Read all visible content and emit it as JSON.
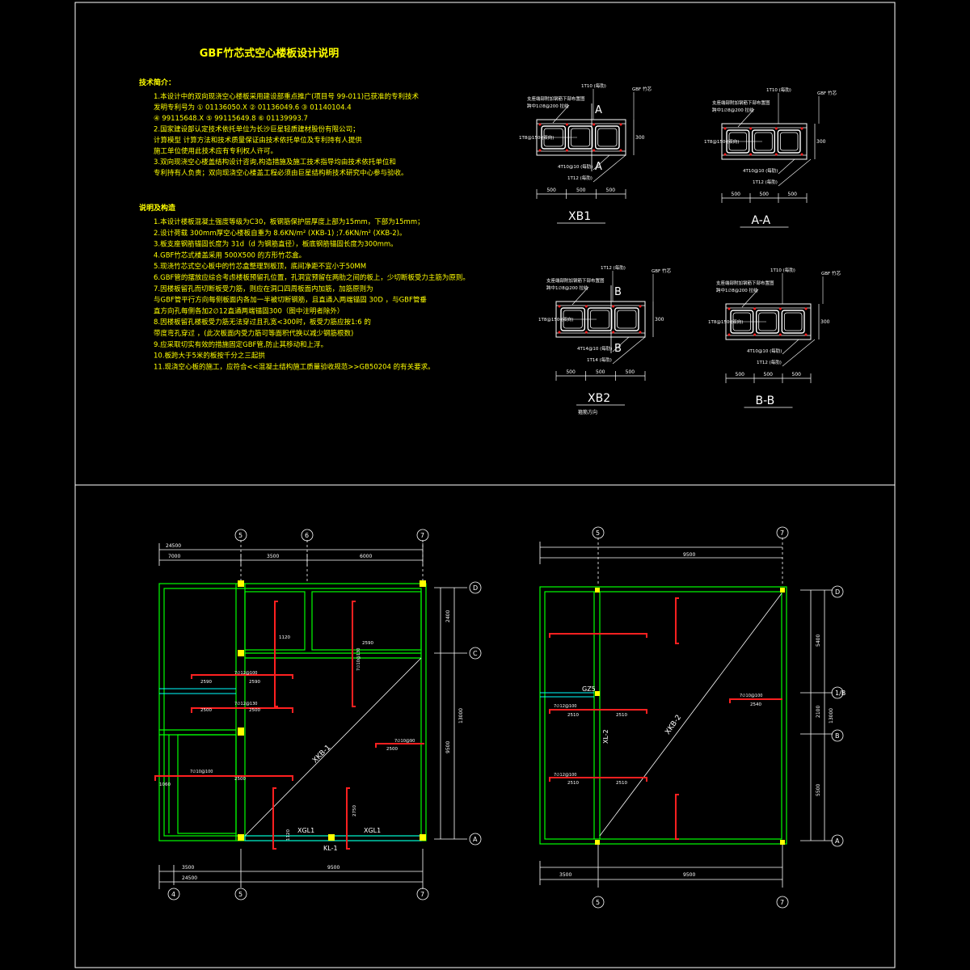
{
  "colors": {
    "frame": "#ffffff",
    "note": "#ffff00",
    "beam": "#00ff00",
    "rebar": "#ff2020",
    "dim": "#ffffff",
    "gz": "#ffff00",
    "cyan": "#00ffff"
  },
  "notes": {
    "title": "GBF竹芯式空心楼板设计说明",
    "tech_heading": "技术简介：",
    "tech_lines": [
      "1.本设计中的双向现浇空心楼板采用建设部重点推广(项目号 99-011)已获准的专利技术",
      "   发明专利号为  ① 01136050.X    ② 01136049.6    ③ 01140104.4",
      "                         ④ 99115648.X    ⑤ 99115649.8    ⑥ 01139993.7",
      "2.国家建设部认定技术依托单位为长沙巨星轻质建材股份有限公司；",
      "   计算模型 计算方法和技术质量保证由技术依托单位及专利持有人提供",
      "   施工单位使用此技术应有专利权人许可。",
      "3.双向现浇空心楼盖结构设计咨询,构造措施及施工技术指导均由技术依托单位和",
      "   专利持有人负责；双向现浇空心楼盖工程必须由巨星结构新技术研究中心参与验收。"
    ],
    "desc_heading": "说明及构造",
    "desc_lines": [
      "1.本设计楼板混凝土强度等级为C30，板钢筋保护层厚度上部为15mm，下部为15mm；",
      "2.设计荷载   300mm厚空心楼板自重为 8.6KN/m² (XKB-1) ;7.6KN/m² (XKB-2)。",
      "3.板支座钢筋锚固长度为 31d（d 为钢筋直径），板底钢筋锚固长度为300mm。",
      "4.GBF竹芯式楼盖采用 500X500 的方形竹芯盒。",
      "5.现浇竹芯式空心板中的竹芯盒整理到板顶，底间净距不宜小于50MM",
      "6.GBF管的摆放应综合考虑楼板预留孔位置，孔洞宜预留在两肋之间的板上，少切断板受力主筋为原则。",
      "7.因楼板留孔而切断板受力筋，则应在洞口四周板面内加筋，加筋原则为",
      "  与GBF管平行方向每侧板面内各加一半被切断钢筋，且直通入两端锚固 30D ，与GBF管垂",
      "  直方向孔每侧各加2∅12直通两端锚固300（图中注明者除外）",
      "8.因楼板留孔楼板受力筋无法穿过且孔宽<300时，板受力筋应按1:6 的",
      "  带度弯孔穿过 ，(此次板面内受力筋可等面积代换以减少钢筋根数)",
      "9.应采取切实有效的措施固定GBF管,防止其移动和上浮。",
      "10.板跨大于5米的板按千分之三起拱",
      "11.现浇空心板的施工，应符合<<混凝土结构施工质量验收规范>>GB50204 的有关要求。"
    ]
  },
  "details": {
    "xb1": {
      "title": "XB1",
      "labels": [
        "1T10 (每肋)",
        "GBF 竹芯",
        "支座端部附加钢筋下部布置图",
        "跨中1∅8@200 拉结",
        "1T8@150 (双向)",
        "4T10@10 (每肋)",
        "1T12 (每肋)",
        "A",
        "A"
      ],
      "dims": [
        "500",
        "500",
        "500"
      ],
      "h": "300"
    },
    "aa": {
      "title": "A-A",
      "labels": [
        "1T10 (每肋)",
        "GBF 竹芯",
        "支座端部附加钢筋下部布置图",
        "跨中1∅8@200 拉结",
        "1T8@150 (双向)",
        "4T10@10 (每肋)",
        "1T12 (每肋)"
      ],
      "dims": [
        "500",
        "500",
        "500"
      ],
      "h": "300"
    },
    "xb2": {
      "title": "XB2",
      "sub": "箍筋方向",
      "labels": [
        "1T12 (每肋)",
        "GBF 竹芯",
        "支座端部附加钢筋下部布置图",
        "跨中1∅8@200 拉结",
        "1T8@150 (双向)",
        "4T14@10 (每肋)",
        "1T14 (每肋)",
        "B",
        "B"
      ],
      "dims": [
        "500",
        "500",
        "500"
      ],
      "h": "300"
    },
    "bb": {
      "title": "B-B",
      "labels": [
        "1T10 (每肋)",
        "GBF 竹芯",
        "支座端部附加钢筋下部布置图",
        "跨中1∅8@200 拉结",
        "1T8@150 (双向)",
        "4T10@10 (每肋)",
        "1T12 (每肋)"
      ],
      "dims": [
        "500",
        "500",
        "500"
      ],
      "h": "300"
    }
  },
  "plan1": {
    "axes_top": [
      "5",
      "6",
      "7"
    ],
    "axes_bottom": [
      "4",
      "5",
      "7"
    ],
    "axes_right": [
      "D",
      "C",
      "A"
    ],
    "top_dims": [
      "24500",
      "7000",
      "3500",
      "6000"
    ],
    "bottom_dims": [
      "3500",
      "9500",
      "24500"
    ],
    "right_dims": [
      "2400",
      "9500",
      "13000"
    ],
    "slab": "XKB-1",
    "beams": [
      "XGL1",
      "XGL1",
      "KL-1"
    ],
    "rebar_labels": [
      "2500",
      "2500",
      "2590",
      "2590",
      "2500",
      "2500",
      "2500",
      "2590",
      "1060",
      "2750",
      "1120",
      "1120"
    ],
    "notes": [
      "7∅12@100",
      "7∅12@130",
      "7∅10@130",
      "7∅10@90",
      "7∅10@100"
    ]
  },
  "plan2": {
    "axes_top": [
      "5",
      "7"
    ],
    "axes_bottom": [
      "5",
      "7"
    ],
    "axes_right": [
      "D",
      "1/B",
      "B",
      "A"
    ],
    "top_dims": [
      "9500"
    ],
    "bottom_dims": [
      "3500",
      "9500"
    ],
    "right_dims": [
      "5400",
      "2100",
      "5500",
      "13000"
    ],
    "slab": "XKB-2",
    "beam": "XL-2",
    "column": "GZ5",
    "rebar_labels": [
      "2510",
      "2510",
      "2510",
      "2510",
      "2540"
    ],
    "notes": [
      "7∅12@100",
      "7∅10@100",
      "7∅12@100"
    ]
  }
}
